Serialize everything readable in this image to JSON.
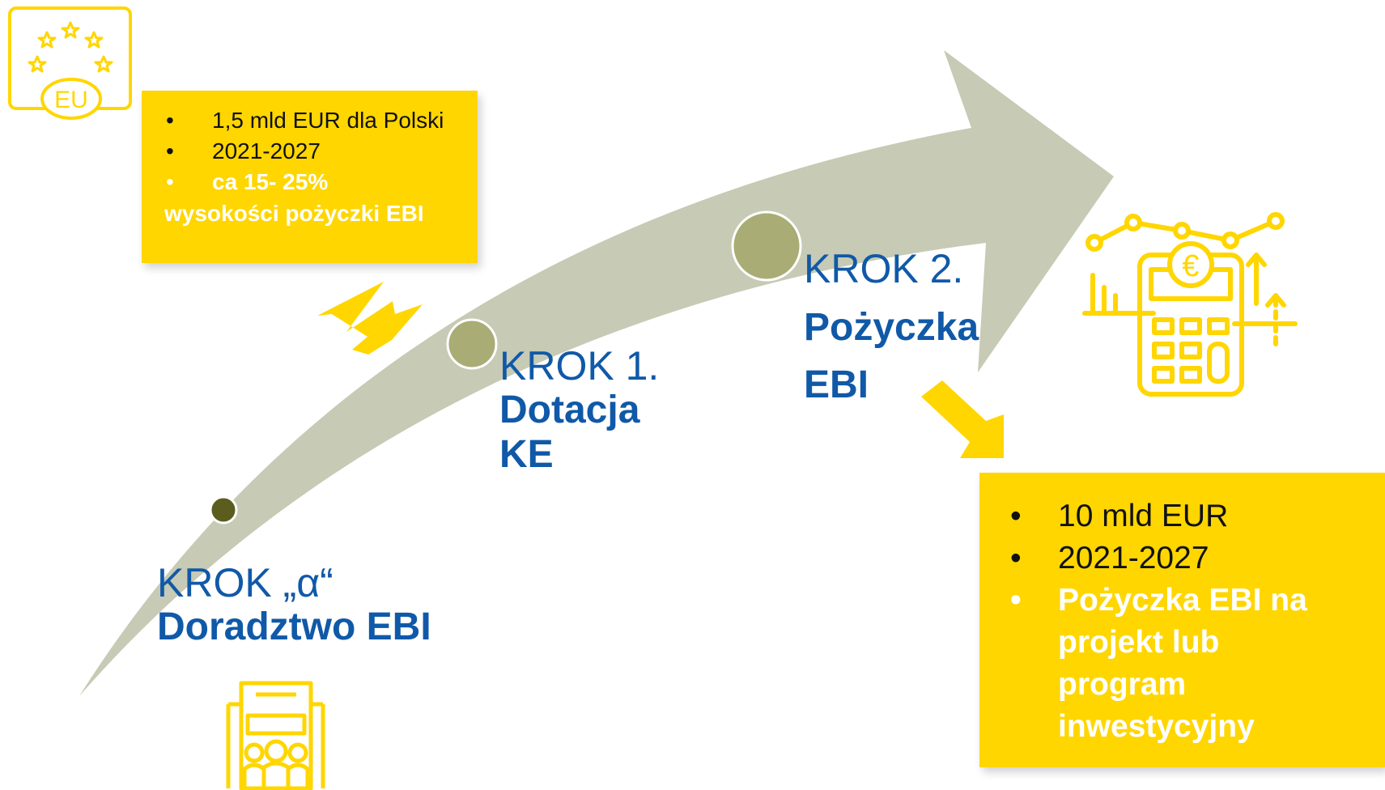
{
  "colors": {
    "arrow": "#C7CAB4",
    "yellow": "#FFD600",
    "blue": "#1059A8",
    "dot_small": "#5A5D1D",
    "dot_large": "#A9AC74"
  },
  "icons": {
    "eu": "eu-flag-icon",
    "finance": "calculator-chart-icon",
    "advisory": "office-team-icon"
  },
  "eu_badge": {
    "label": "EU"
  },
  "grant_box": {
    "items": [
      "1,5 mld EUR dla Polski",
      "2021-2027",
      "ca 15- 25%"
    ],
    "continuation": "wysokości pożyczki EBI"
  },
  "loan_box": {
    "items": [
      "10 mld EUR",
      "2021-2027",
      "Pożyczka EBI na projekt lub program inwestycyjny"
    ]
  },
  "steps": {
    "alpha": {
      "title": "KROK „α“",
      "name": "Doradztwo EBI"
    },
    "one": {
      "title": "KROK 1.",
      "name_line1": "Dotacja",
      "name_line2": "KE"
    },
    "two": {
      "title": "KROK 2.",
      "name_line1": "Pożyczka",
      "name_line2": "EBI"
    }
  },
  "calc_icon": {
    "symbol": "€"
  }
}
